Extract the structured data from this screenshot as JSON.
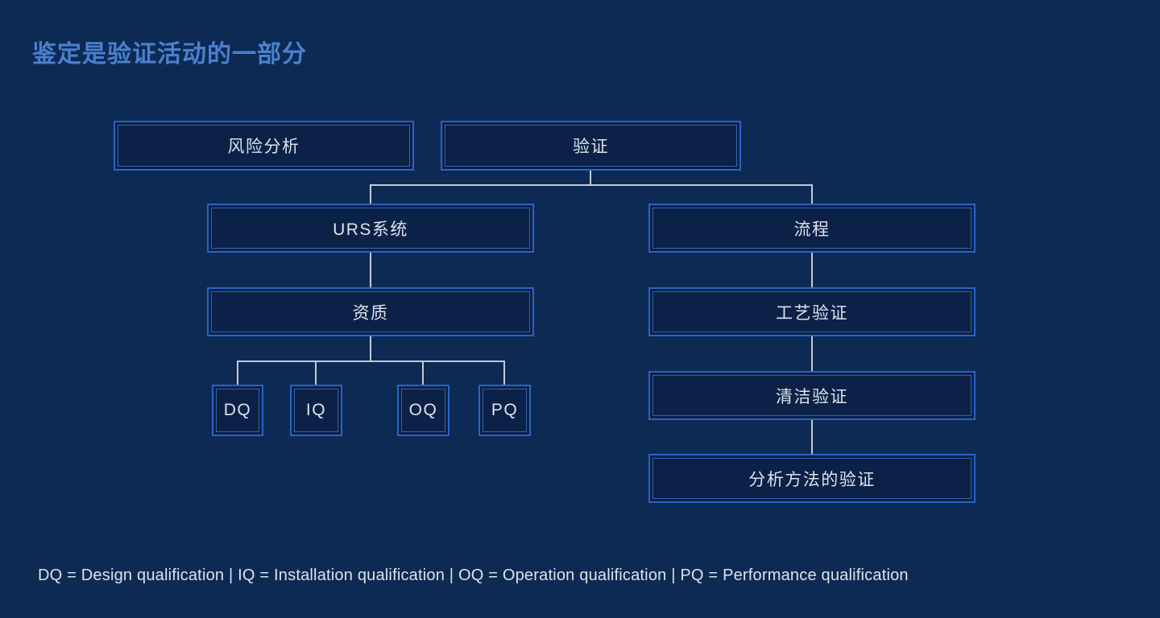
{
  "title": "鉴定是验证活动的一部分",
  "legend": "DQ = Design qualification | IQ = Installation qualification | OQ = Operation qualification | PQ = Performance qualification",
  "colors": {
    "background": "#0d2a54",
    "box_fill": "#0b2148",
    "box_border": "#2565c8",
    "box_border_inner": "#5285d8",
    "connector": "#c3c9d3",
    "title": "#4a80cd",
    "text": "#dde2ea"
  },
  "nodes": {
    "risk": {
      "label": "风险分析"
    },
    "validation": {
      "label": "验证"
    },
    "urs": {
      "label": "URS系统"
    },
    "process": {
      "label": "流程"
    },
    "qualification": {
      "label": "资质"
    },
    "dq": {
      "label": "DQ"
    },
    "iq": {
      "label": "IQ"
    },
    "oq": {
      "label": "OQ"
    },
    "pq": {
      "label": "PQ"
    },
    "process_validation": {
      "label": "工艺验证"
    },
    "cleaning_validation": {
      "label": "清洁验证"
    },
    "analytical_method_validation": {
      "label": "分析方法的验证"
    }
  }
}
